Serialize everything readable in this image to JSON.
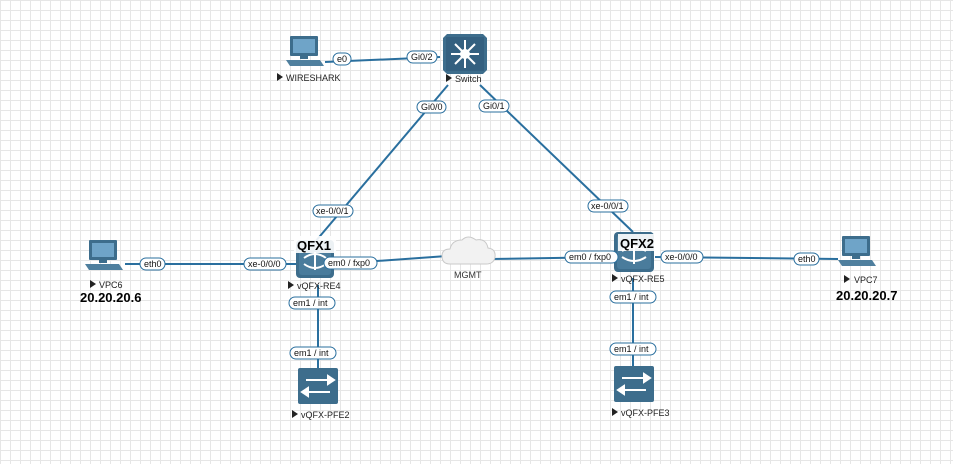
{
  "nodes": {
    "wireshark": {
      "label": "WIRESHARK",
      "icon": "pc-icon"
    },
    "switch": {
      "label": "Switch",
      "icon": "switch-icon"
    },
    "vpc6": {
      "label": "VPC6",
      "ip": "20.20.20.6",
      "icon": "pc-icon"
    },
    "vpc7": {
      "label": "VPC7",
      "ip": "20.20.20.7",
      "icon": "pc-icon"
    },
    "re4": {
      "label": "vQFX-RE4",
      "tag": "QFX1",
      "icon": "router-icon"
    },
    "re5": {
      "label": "vQFX-RE5",
      "tag": "QFX2",
      "icon": "router-icon"
    },
    "pfe2": {
      "label": "vQFX-PFE2",
      "icon": "l2-switch-icon"
    },
    "pfe3": {
      "label": "vQFX-PFE3",
      "icon": "l2-switch-icon"
    },
    "mgmt": {
      "label": "MGMT",
      "icon": "cloud-icon"
    }
  },
  "ports": {
    "wireshark_e0": "e0",
    "switch_gi02": "Gi0/2",
    "switch_gi00": "Gi0/0",
    "switch_gi01": "Gi0/1",
    "re4_xe001": "xe-0/0/1",
    "re5_xe001": "xe-0/0/1",
    "vpc6_eth0": "eth0",
    "re4_xe000": "xe-0/0/0",
    "re4_em0": "em0 / fxp0",
    "re5_em0": "em0 / fxp0",
    "re5_xe000": "xe-0/0/0",
    "vpc7_eth0": "eth0",
    "re4_em1": "em1 / int",
    "pfe2_em1": "em1 / int",
    "re5_em1": "em1 / int",
    "pfe3_em1": "em1 / int"
  },
  "colors": {
    "link": "#2a6f9e",
    "device": "#3d6d8c",
    "grid": "#e6e6e6"
  }
}
